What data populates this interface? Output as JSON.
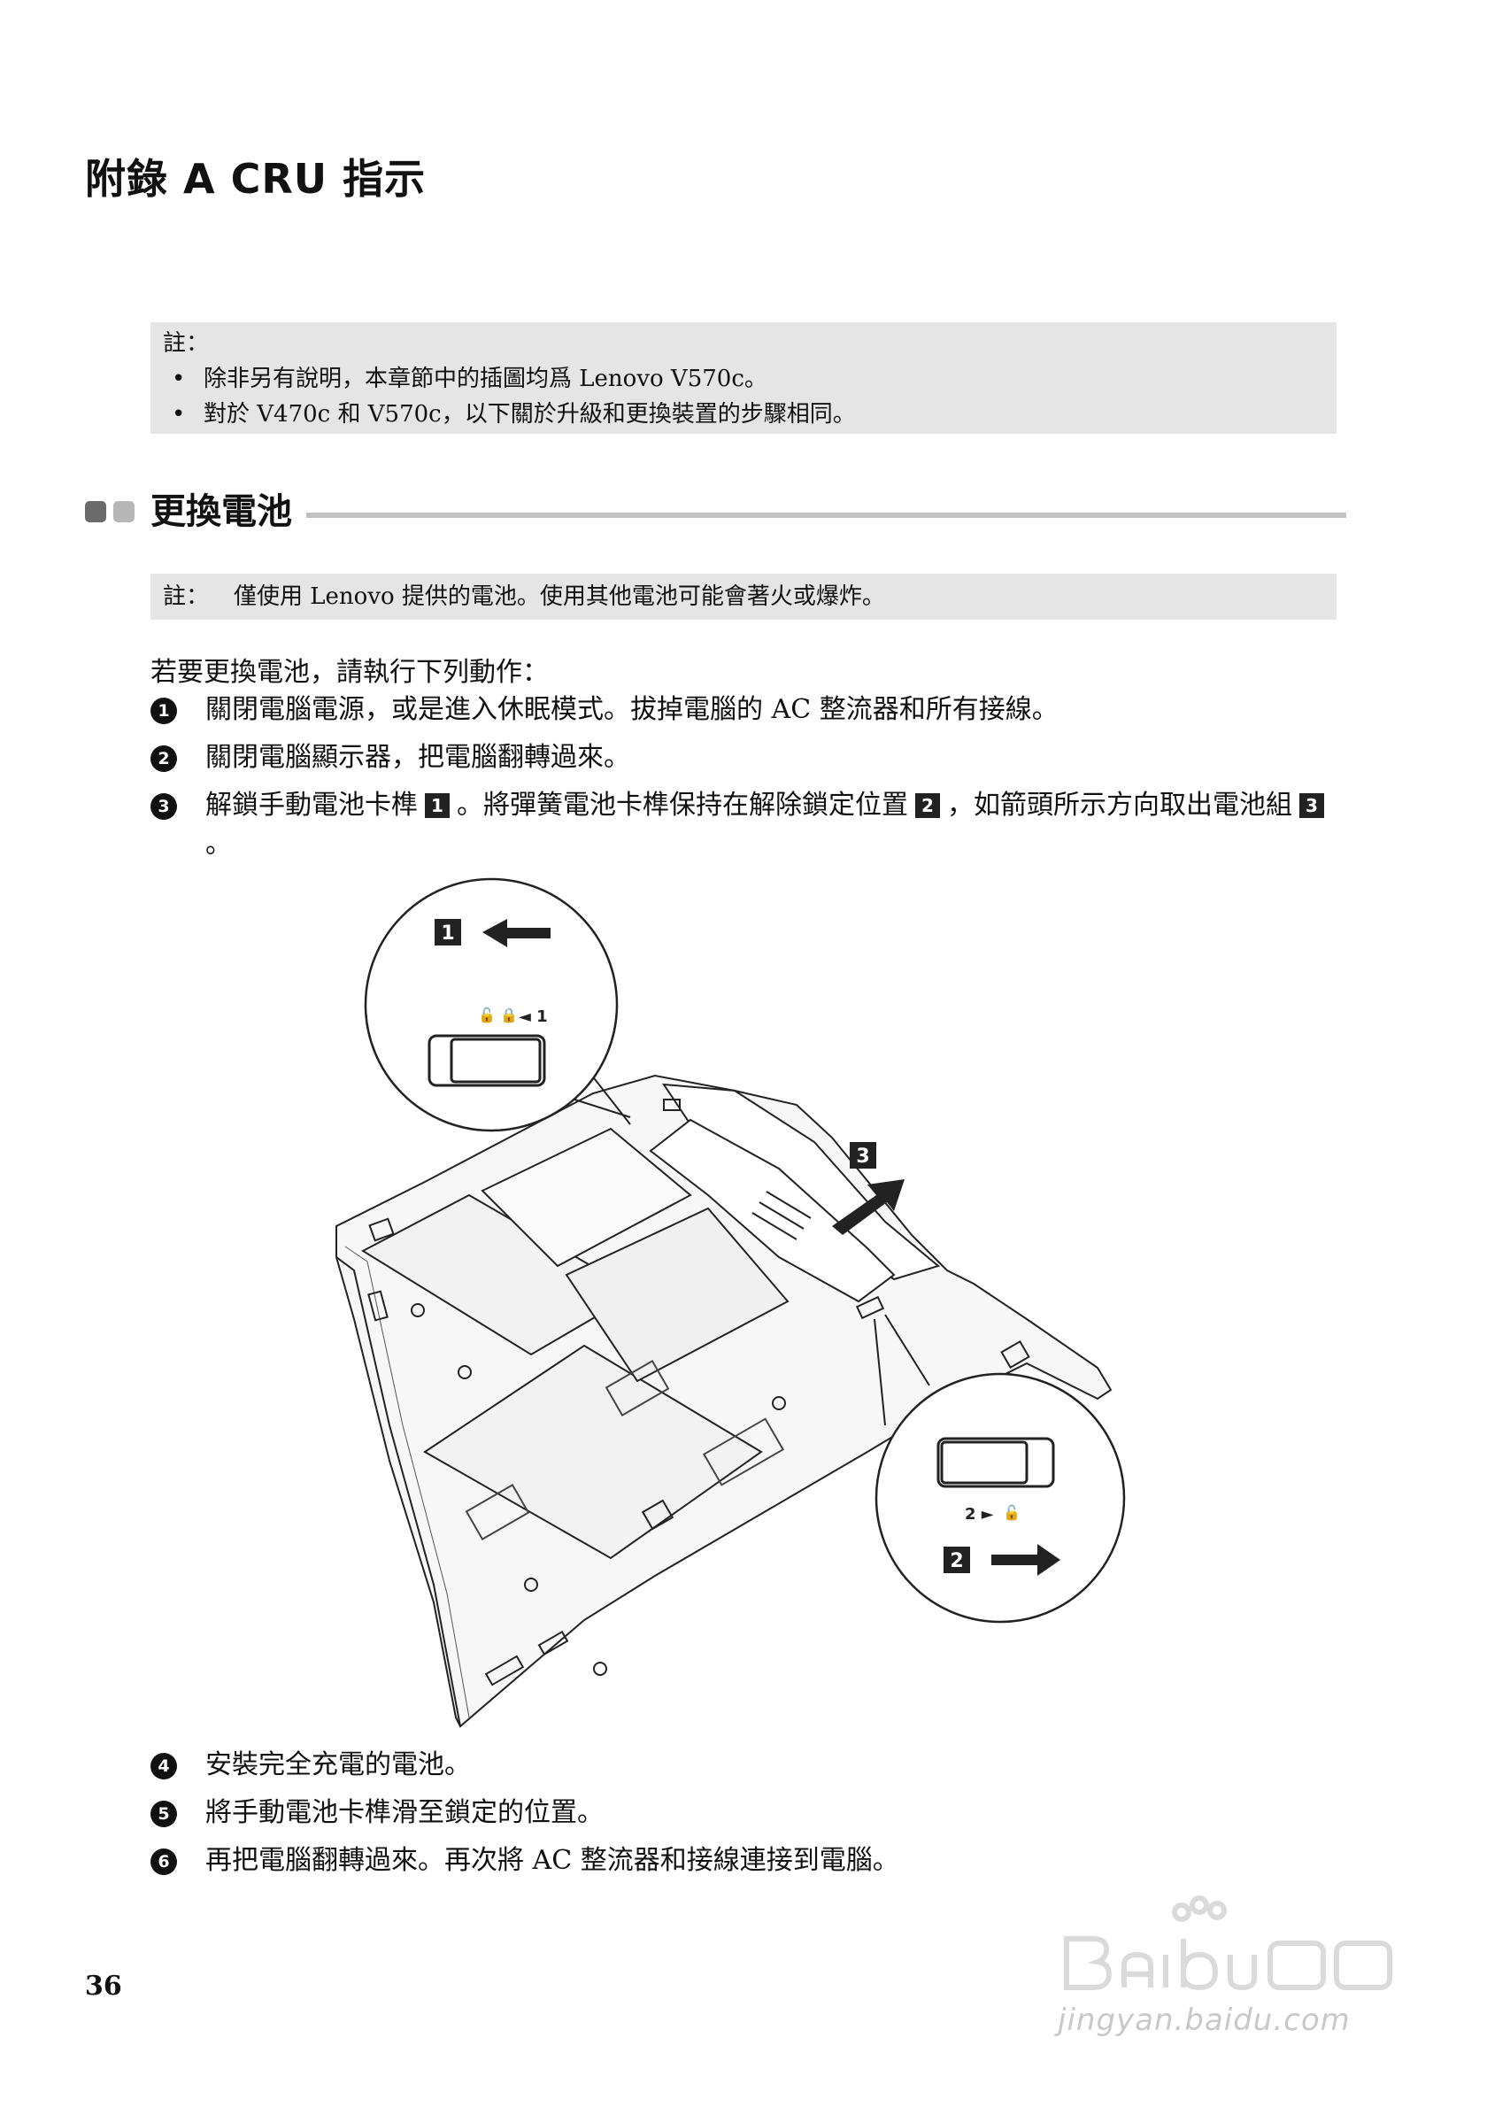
{
  "chapter": {
    "title": "附錄 A CRU 指示"
  },
  "note1": {
    "label": "註：",
    "items": [
      "除非另有說明，本章節中的插圖均爲 Lenovo V570c。",
      "對於 V470c 和 V570c，以下關於升級和更換裝置的步驟相同。"
    ]
  },
  "section": {
    "title": "更換電池"
  },
  "note2": {
    "label": "註：",
    "text": "僅使用 Lenovo 提供的電池。使用其他電池可能會著火或爆炸。"
  },
  "intro": "若要更換電池，請執行下列動作：",
  "steps": [
    {
      "num": "1",
      "text": "關閉電腦電源，或是進入休眠模式。拔掉電腦的 AC 整流器和所有接線。"
    },
    {
      "num": "2",
      "text": "關閉電腦顯示器，把電腦翻轉過來。"
    },
    {
      "num": "3",
      "text_a": "解鎖手動電池卡榫",
      "ref1": "1",
      "text_b": "。將彈簧電池卡榫保持在解除鎖定位置",
      "ref2": "2",
      "text_c": "，如箭頭所示方向取出電池組",
      "ref3": "3",
      "text_d": "。"
    },
    {
      "num": "4",
      "text": "安裝完全充電的電池。"
    },
    {
      "num": "5",
      "text": "將手動電池卡榫滑至鎖定的位置。"
    },
    {
      "num": "6",
      "text": "再把電腦翻轉過來。再次將 AC 整流器和接線連接到電腦。"
    }
  ],
  "figure": {
    "callout1": "1",
    "latch1_label": "◄ 1",
    "callout3": "3",
    "callout2": "2",
    "latch2_label": "2 ►"
  },
  "page_number": "36",
  "watermark": {
    "text": "jingyan.baidu.com"
  }
}
